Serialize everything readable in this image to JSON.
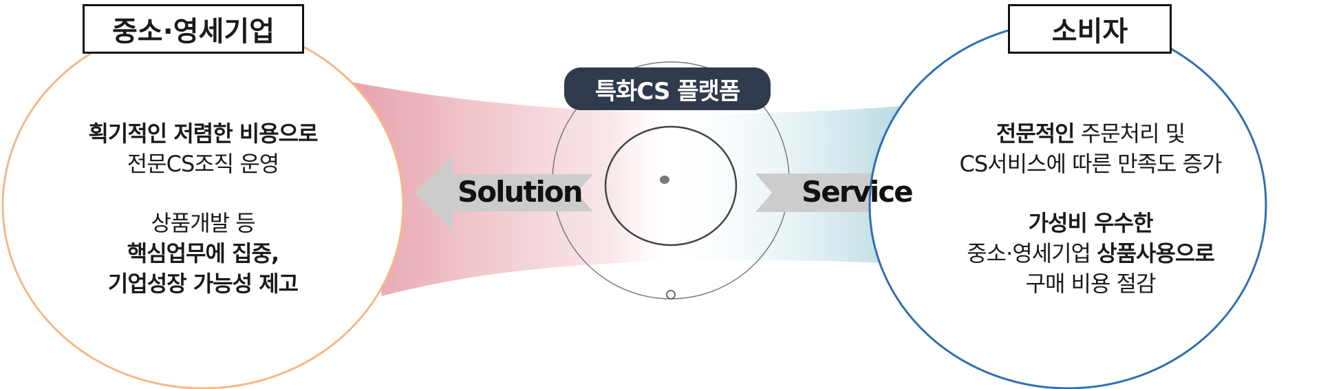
{
  "left_entity": {
    "title": "중소·영세기업",
    "benefit_1": {
      "line1_bold": "획기적인 저렴한 비용으로",
      "line2": "전문CS조직 운영"
    },
    "benefit_2": {
      "line1": "상품개발 등",
      "line2_bold": "핵심업무에 집중,",
      "line3_bold": "기업성장 가능성 제고"
    }
  },
  "right_entity": {
    "title": "소비자",
    "benefit_1": {
      "line1_bold": "전문적인",
      "line1_rest": " 주문처리 및",
      "line2": "CS서비스에 따른 만족도 증가"
    },
    "benefit_2": {
      "line1_bold": "가성비 우수한",
      "line2_start": "중소·영세기업 ",
      "line2_bold": "상품사용으로",
      "line3": "구매 비용 절감"
    }
  },
  "center": {
    "platform_label": "특화CS 플랫폼",
    "left_arrow_label": "Solution",
    "right_arrow_label": "Service"
  },
  "colors": {
    "left_circle": "#f4b887",
    "right_circle": "#2e6fb3",
    "left_band": "#e8a2ad",
    "right_band": "#9ccad6",
    "arrow_fill": "#cccccc",
    "platform_label_bg": "#2f3b4c"
  }
}
